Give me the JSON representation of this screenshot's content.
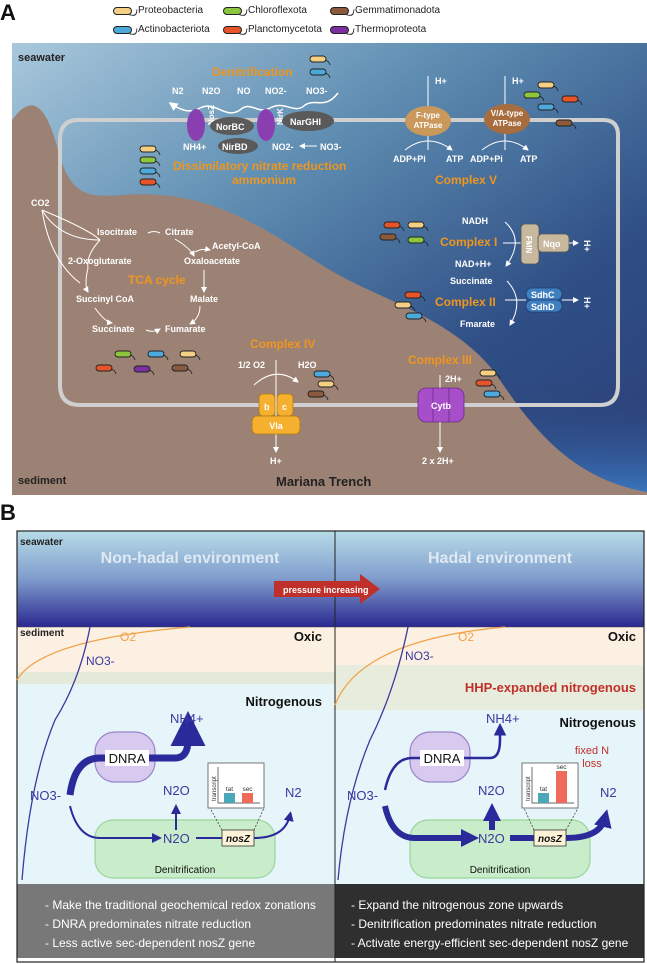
{
  "panel_a": {
    "letter": "A",
    "legend": [
      {
        "name": "Proteobacteria",
        "color": "#f5cf83"
      },
      {
        "name": "Chloroflexota",
        "color": "#8cc63f"
      },
      {
        "name": "Gemmatimonadota",
        "color": "#8b5a3c"
      },
      {
        "name": "Actinobacteriota",
        "color": "#4ba9dc"
      },
      {
        "name": "Planctomycetota",
        "color": "#e8542a"
      },
      {
        "name": "Thermoproteota",
        "color": "#7b2fa0"
      }
    ],
    "seawater_label": "seawater",
    "sediment_label": "sediment",
    "location_label": "Mariana Trench",
    "denitrification": {
      "title": "Denitrification",
      "species": [
        "N2",
        "N2O",
        "NO",
        "NO2-",
        "NO3-"
      ],
      "enzymes": [
        "NosZ",
        "NorBC",
        "NirK",
        "NarGHI"
      ]
    },
    "dnra": {
      "title_line1": "Dissimilatory nitrate reduction",
      "title_line2": "ammonium",
      "enzyme": "NirBD",
      "left": "NH4+",
      "mid": "NO2-",
      "right": "NO3-"
    },
    "complex_v": {
      "title": "Complex V",
      "enzymes": [
        "F-type ATPase",
        "V/A-type ATPase"
      ],
      "h": "H+",
      "adp": "ADP+Pi",
      "atp": "ATP"
    },
    "complex_i": {
      "title": "Complex I",
      "top": "NADH",
      "bottom": "NAD+H+",
      "fmn": "FMN",
      "nqo": "Nqo",
      "h": "H+"
    },
    "complex_ii": {
      "title": "Complex II",
      "top": "Succinate",
      "bottom": "Fmarate",
      "sdhc": "SdhC",
      "sdhd": "SdhD",
      "h": "H+"
    },
    "complex_iii": {
      "title": "Complex III",
      "top": "2H+",
      "bottom": "2 x 2H+",
      "enzyme": "Cytb"
    },
    "complex_iv": {
      "title": "Complex IV",
      "left": "1/2 O2",
      "right": "H2O",
      "b": "b",
      "c": "c",
      "enzyme": "VIa",
      "bottom": "H+"
    },
    "tca": {
      "title": "TCA cycle",
      "co2": "CO2",
      "nodes": [
        "Isocitrate",
        "Citrate",
        "Acetyl-CoA",
        "2-Oxoglutarate",
        "Oxaloacetate",
        "Succinyl CoA",
        "Malate",
        "Succinate",
        "Fumarate"
      ]
    }
  },
  "panel_b": {
    "letter": "B",
    "seawater_label": "seawater",
    "sediment_label": "sediment",
    "arrow_label": "pressure increasing",
    "left": {
      "title": "Non-hadal environment",
      "oxic": "Oxic",
      "nitrogenous": "Nitrogenous",
      "o2": "O2",
      "no3": "NO3-",
      "nh4": "NH4+",
      "dnra": "DNRA",
      "n2o_top": "N2O",
      "n2o": "N2O",
      "n2": "N2",
      "no3_src": "NO3-",
      "denit": "Denitrification",
      "nosz": "nosZ",
      "transcript_axis": "transcript",
      "bars": [
        {
          "label": "tat",
          "value": 1
        },
        {
          "label": "sec",
          "value": 1
        }
      ],
      "summary": [
        "- Make the traditional geochemical redox zonations",
        "- DNRA predominates nitrate reduction",
        "- Less active sec-dependent nosZ gene"
      ]
    },
    "right": {
      "title": "Hadal environment",
      "oxic": "Oxic",
      "expanded": "HHP-expanded nitrogenous",
      "nitrogenous": "Nitrogenous",
      "o2": "O2",
      "no3": "NO3-",
      "nh4": "NH4+",
      "dnra": "DNRA",
      "n2o_top": "N2O",
      "n2o": "N2O",
      "n2": "N2",
      "no3_src": "NO3-",
      "fixed_n_line1": "fixed N",
      "fixed_n_line2": "loss",
      "denit": "Denitrification",
      "nosz": "nosZ",
      "transcript_axis": "transcript",
      "bars": [
        {
          "label": "tat",
          "value": 1
        },
        {
          "label": "sec",
          "value": 3.2
        }
      ],
      "summary": [
        "- Expand the nitrogenous zone upwards",
        "- Denitrification predominates nitrate reduction",
        "- Activate energy-efficient sec-dependent nosZ gene"
      ]
    }
  }
}
